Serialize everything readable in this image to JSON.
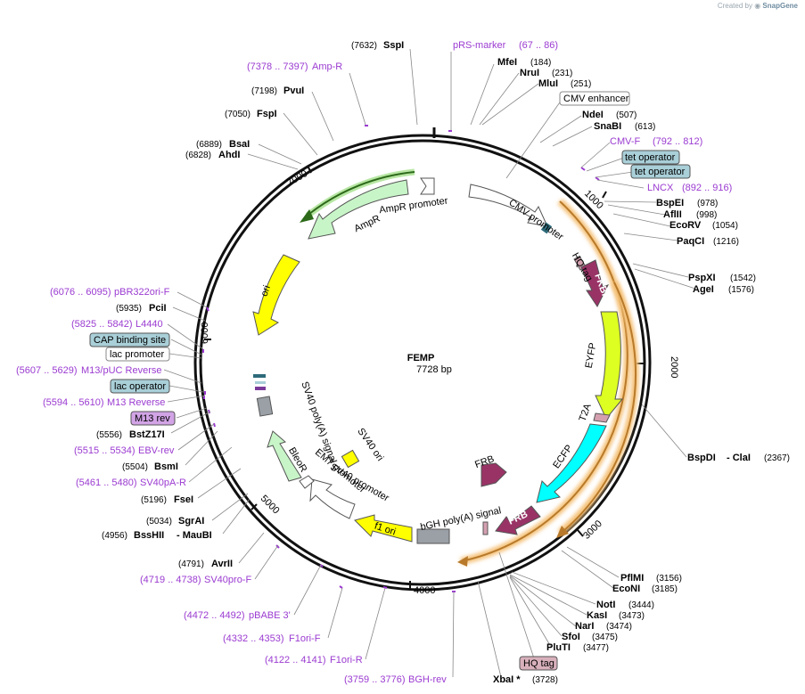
{
  "credit": {
    "prefix": "Created by",
    "brand": "SnapGene"
  },
  "plasmid": {
    "name": "FEMP",
    "size_label": "7728 bp"
  },
  "ticks": [
    "1000",
    "2000",
    "3000",
    "4000",
    "5000",
    "6000",
    "7000"
  ],
  "enzymes": [
    {
      "pos": "(7632)",
      "name": "SspI"
    },
    {
      "pos": "(7198)",
      "name": "PvuI"
    },
    {
      "pos": "(7050)",
      "name": "FspI"
    },
    {
      "pos": "(6889)",
      "name": "BsaI"
    },
    {
      "pos": "(6828)",
      "name": "AhdI"
    },
    {
      "pos": "(5935)",
      "name": "PciI"
    },
    {
      "pos": "(5556)",
      "name": "BstZ17I"
    },
    {
      "pos": "(5504)",
      "name": "BsmI"
    },
    {
      "pos": "(5196)",
      "name": "FseI"
    },
    {
      "pos": "(5034)",
      "name": "SgrAI"
    },
    {
      "pos": "(4956)",
      "name": "BssHII",
      "extra": "- MauBI"
    },
    {
      "pos": "(4791)",
      "name": "AvrII"
    },
    {
      "pos": "(184)",
      "name": "MfeI"
    },
    {
      "pos": "(231)",
      "name": "NruI"
    },
    {
      "pos": "(251)",
      "name": "MluI"
    },
    {
      "pos": "(507)",
      "name": "NdeI"
    },
    {
      "pos": "(613)",
      "name": "SnaBI"
    },
    {
      "pos": "(978)",
      "name": "BspEI"
    },
    {
      "pos": "(998)",
      "name": "AflII"
    },
    {
      "pos": "(1054)",
      "name": "EcoRV"
    },
    {
      "pos": "(1216)",
      "name": "PaqCI"
    },
    {
      "pos": "(1542)",
      "name": "PspXI"
    },
    {
      "pos": "(1576)",
      "name": "AgeI"
    },
    {
      "pos": "(2367)",
      "name": "BspDI",
      "extra": "- ClaI"
    },
    {
      "pos": "(3156)",
      "name": "PflMI"
    },
    {
      "pos": "(3185)",
      "name": "EcoNI"
    },
    {
      "pos": "(3444)",
      "name": "NotI"
    },
    {
      "pos": "(3473)",
      "name": "KasI"
    },
    {
      "pos": "(3474)",
      "name": "NarI"
    },
    {
      "pos": "(3475)",
      "name": "SfoI"
    },
    {
      "pos": "(3477)",
      "name": "PluTI"
    },
    {
      "pos": "(3728)",
      "name": "XbaI *"
    }
  ],
  "primers": [
    {
      "range": "(7378 .. 7397)",
      "name": "Amp-R"
    },
    {
      "range": "(67 .. 86)",
      "name": "pRS-marker"
    },
    {
      "range": "(792 .. 812)",
      "name": "CMV-F"
    },
    {
      "range": "(892 .. 916)",
      "name": "LNCX"
    },
    {
      "range": "(6076 .. 6095)",
      "name": "pBR322ori-F"
    },
    {
      "range": "(5825 .. 5842)",
      "name": "L4440"
    },
    {
      "range": "(5607 .. 5629)",
      "name": "M13/pUC Reverse"
    },
    {
      "range": "(5594 .. 5610)",
      "name": "M13 Reverse"
    },
    {
      "range": "(5515 .. 5534)",
      "name": "EBV-rev"
    },
    {
      "range": "(5461 .. 5480)",
      "name": "SV40pA-R"
    },
    {
      "range": "(4719 .. 4738)",
      "name": "SV40pro-F"
    },
    {
      "range": "(4472 .. 4492)",
      "name": "pBABE 3'"
    },
    {
      "range": "(4332 .. 4353)",
      "name": "F1ori-F"
    },
    {
      "range": "(4122 .. 4141)",
      "name": "F1ori-R"
    },
    {
      "range": "(3759 .. 3776)",
      "name": "BGH-rev"
    }
  ],
  "boxed_labels": {
    "cmv_enhancer": "CMV enhancer",
    "tet_operator_1": "tet operator",
    "tet_operator_2": "tet operator",
    "cap_binding_site": "CAP binding site",
    "lac_promoter": "lac promoter",
    "lac_operator": "lac operator",
    "m13_rev": "M13 rev",
    "hq_tag": "HQ tag"
  },
  "features": {
    "amp_r": "AmpR",
    "amp_r_promoter": "AmpR promoter",
    "cmv_promoter": "CMV promoter",
    "hq_tag": "HQ tag",
    "fkbp": "FKBP",
    "eyfp": "EYFP",
    "t2a": "T2A",
    "ecfp": "ECFP",
    "frb_outer": "FRB",
    "frb_inner": "FRB",
    "bgh": "bGH poly(A) signal",
    "f1_ori": "f1 ori",
    "sv40_promoter": "SV40 promoter",
    "em7_promoter": "EM7 promoter",
    "bleor": "BleoR",
    "sv40_ori": "SV40 ori",
    "sv40_polya": "SV40 poly(A) signal",
    "ori": "ori"
  },
  "colors": {
    "primer": "#9b3bd1",
    "yellow": "#ffff00",
    "green_light": "#c8f5c8",
    "cyan": "#00ffff",
    "maroon": "#993366",
    "gray": "#9aa0a6",
    "orange_glow": "#f5c27a",
    "box_blue": "#a9cfd8"
  }
}
